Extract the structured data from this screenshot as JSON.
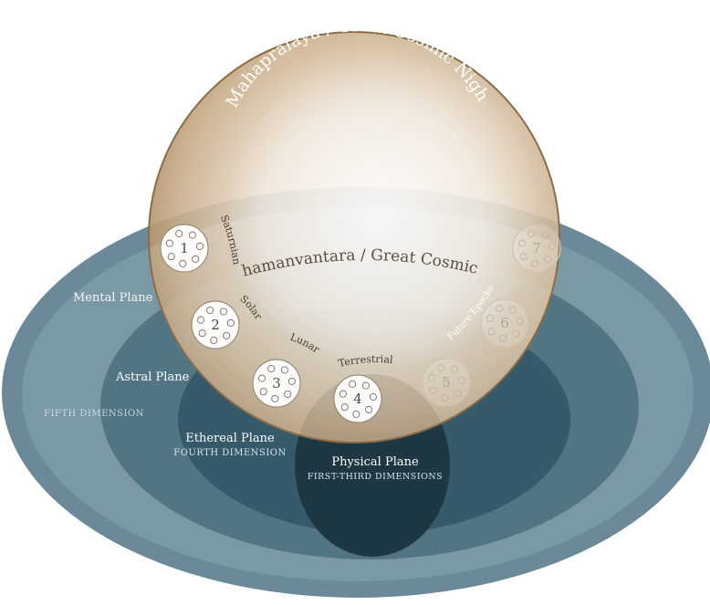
{
  "colors": {
    "outer_ring": "#6e8d9b",
    "mental_plane": "#7a98a6",
    "astral_plane": "#4f7282",
    "ethereal_plane": "#335666",
    "physical_plane": "#1c3742",
    "cosmic_sphere_edge": "#9a7b55",
    "cosmic_sphere_glow": "#f4eee6"
  },
  "cosmic_night": {
    "label": "Mahapralaya / Great Cosmic Night"
  },
  "cosmic_day": {
    "label": "Mahamanvantara / Great Cosmic Day"
  },
  "planes": {
    "mental": {
      "label": "Mental Plane"
    },
    "astral": {
      "label": "Astral Plane"
    },
    "fifth_dimension": {
      "label": "Fifth Dimension"
    },
    "ethereal": {
      "label": "Ethereal Plane"
    },
    "fourth_dimension": {
      "label": "Fourth Dimension"
    },
    "physical": {
      "label": "Physical Plane"
    },
    "first_third": {
      "label": "First-Third Dimensions"
    }
  },
  "epochs": {
    "saturnian": "Saturnian",
    "solar": "Solar",
    "lunar": "Lunar",
    "terrestrial": "Terrestrial",
    "future": "Future Epochs"
  },
  "rounds": [
    {
      "number": "1"
    },
    {
      "number": "2"
    },
    {
      "number": "3"
    },
    {
      "number": "4"
    },
    {
      "number": "5"
    },
    {
      "number": "6"
    },
    {
      "number": "7"
    }
  ]
}
